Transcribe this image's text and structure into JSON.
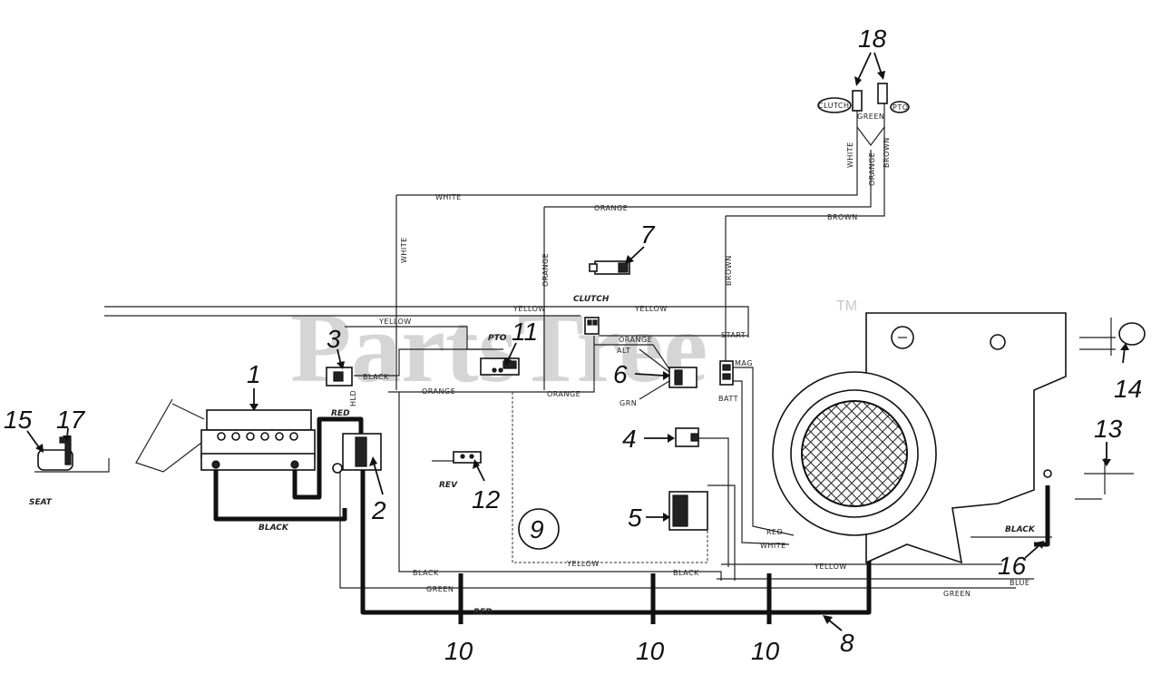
{
  "watermark": {
    "text": "PartsTree",
    "tm": "TM"
  },
  "callouts": {
    "c1": "1",
    "c2": "2",
    "c3": "3",
    "c4": "4",
    "c5": "5",
    "c6": "6",
    "c7": "7",
    "c8": "8",
    "c9": "9",
    "c10a": "10",
    "c10b": "10",
    "c10c": "10",
    "c11": "11",
    "c12": "12",
    "c13": "13",
    "c14": "14",
    "c15": "15",
    "c16": "16",
    "c17": "17",
    "c18": "18"
  },
  "part_labels": {
    "seat": "SEAT",
    "rev": "REV",
    "pto": "PTO",
    "clutch_switch": "CLUTCH",
    "clutch_plug": "CLUTCH",
    "pto_plug": "PTO",
    "start": "START",
    "alt": "ALT",
    "grn": "GRN",
    "mag": "MAG",
    "batt": "BATT",
    "hld": "HLD"
  },
  "wire_labels": {
    "white_top": "WHITE",
    "white_vert": "WHITE",
    "white_18": "WHITE",
    "orange_top": "ORANGE",
    "orange_vert": "ORANGE",
    "orange_18": "ORANGE",
    "orange_pto_left": "ORANGE",
    "orange_pto_right": "ORANGE",
    "orange_6": "ORANGE",
    "brown_top": "BROWN",
    "brown_vert": "BROWN",
    "brown_18": "BROWN",
    "green_18": "GREEN",
    "yellow_mid": "YELLOW",
    "yellow_clutch": "YELLOW",
    "yellow_left": "YELLOW",
    "yellow_bottom": "YELLOW",
    "yellow_right": "YELLOW",
    "black_3": "BLACK",
    "black_battery": "BLACK",
    "black_bottom_left": "BLACK",
    "black_bottom_mid": "BLACK",
    "black_16": "BLACK",
    "red_top": "RED",
    "red_bottom": "RED",
    "red_engine": "RED",
    "white_engine": "WHITE",
    "green_bottom_left": "GREEN",
    "green_bottom_right": "GREEN",
    "blue": "BLUE"
  }
}
